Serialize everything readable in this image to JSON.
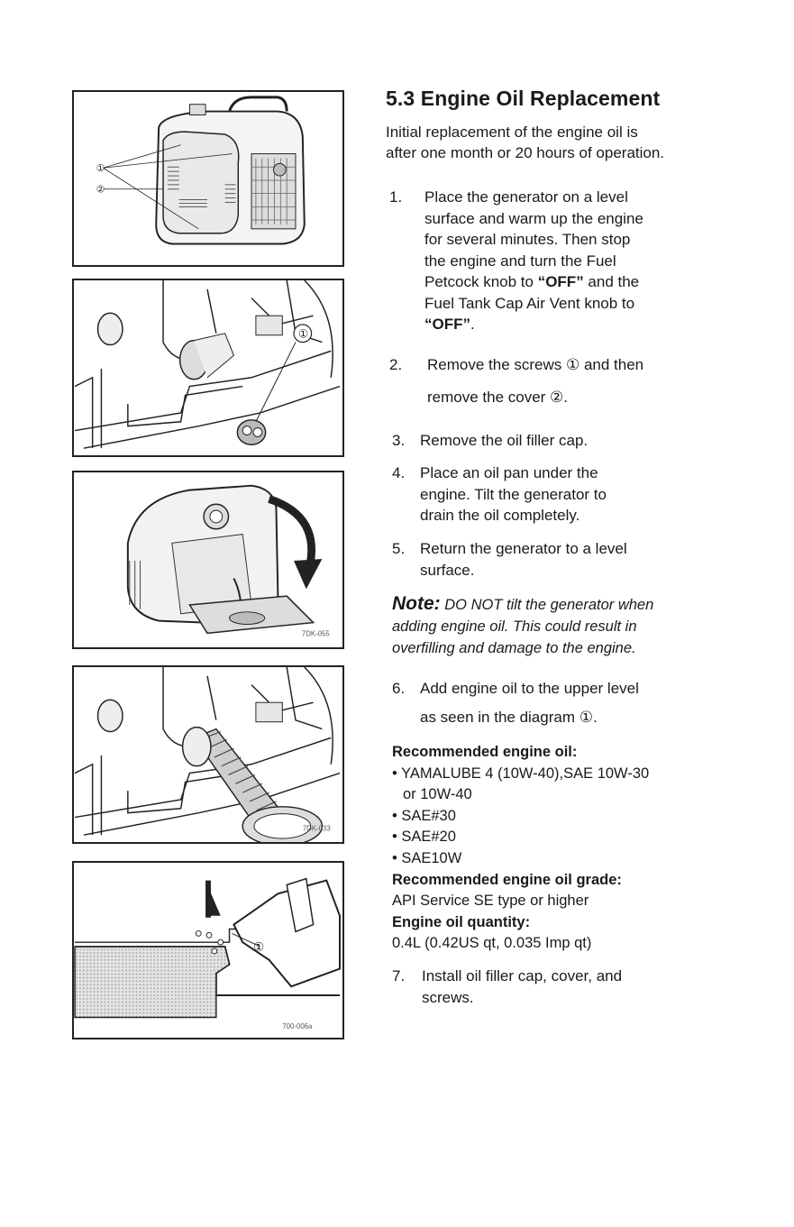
{
  "section_title": "5.3 Engine Oil Replacement",
  "intro": [
    "Initial replacement of the engine oil is",
    "after one month or 20 hours of operation."
  ],
  "steps": [
    {
      "num": "1.",
      "lines": [
        "Place the generator on a level",
        "surface and warm up the engine",
        "for several minutes. Then stop",
        "the engine and turn the Fuel"
      ],
      "line5_pre": "Petcock knob to ",
      "line5_bold": "“OFF”",
      "line5_post": " and the",
      "line6": "Fuel Tank Cap Air Vent knob to",
      "line7_bold": "“OFF”",
      "line7_post": "."
    },
    {
      "num": "2.",
      "line1": "Remove the screws ① and then",
      "line2": "remove the cover ②."
    },
    {
      "num": "3.",
      "line1": "Remove the oil filler cap."
    },
    {
      "num": "4.",
      "lines": [
        "Place an oil pan under the",
        "engine. Tilt the generator to",
        "drain the oil completely."
      ]
    },
    {
      "num": "5.",
      "lines": [
        "Return the generator to a level",
        "surface."
      ]
    },
    {
      "num": "6.",
      "line1": "Add engine oil to the upper level",
      "line2": "as seen in the diagram ①."
    },
    {
      "num": "7.",
      "lines": [
        "Install oil filler cap, cover, and",
        "screws."
      ]
    }
  ],
  "note": {
    "label": "Note:",
    "line1": "DO NOT tilt the generator when",
    "line2": "adding engine oil. This could result in",
    "line3": "overfilling and damage to the engine."
  },
  "oil_info": {
    "rec_oil_heading": "Recommended engine oil:",
    "oils": [
      "• YAMALUBE 4 (10W-40),SAE 10W-30",
      "or 10W-40",
      "• SAE#30",
      "• SAE#20",
      "• SAE10W"
    ],
    "grade_heading": "Recommended engine oil grade:",
    "grade": "API Service SE type or higher",
    "quantity_heading": "Engine oil quantity:",
    "quantity": "0.4L (0.42US qt, 0.035 Imp qt)"
  },
  "figures": {
    "fig1_callouts": [
      "①",
      "②"
    ],
    "fig2_callout": "①",
    "fig3_code": "7DK-055",
    "fig4_code": "7DK-033",
    "fig5_callout": "①",
    "fig5_code": "700-006a"
  }
}
